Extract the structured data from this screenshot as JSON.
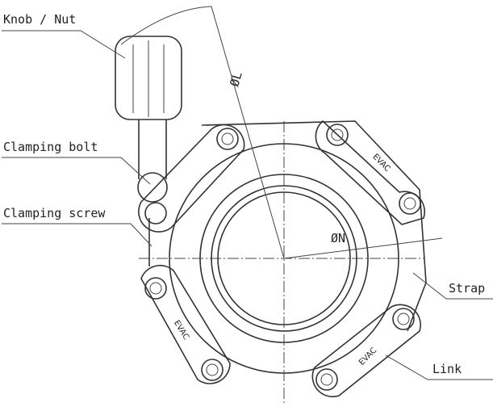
{
  "labels": {
    "knob": "Knob / Nut",
    "clamping_bolt": "Clamping bolt",
    "clamping_screw": "Clamping screw",
    "strap": "Strap",
    "link": "Link"
  },
  "dimensions": {
    "outer": "ØL",
    "inner": "ØN"
  },
  "link_marking": "EVAC"
}
